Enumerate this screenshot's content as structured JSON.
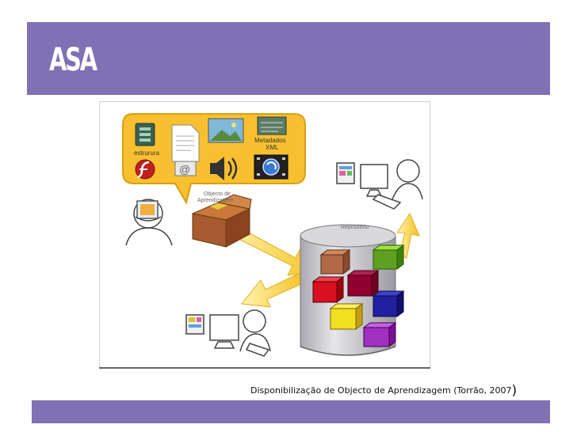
{
  "slide": {
    "title": "ASA",
    "caption": "Disponibilização de Objecto de Aprendizagem (Torrão, 2007",
    "caption_close": ")"
  },
  "diagram": {
    "bubble_label_structure": "estrurura",
    "bubble_label_metadata_line1": "Metadados",
    "bubble_label_metadata_line2": "XML",
    "box_label_line1": "Objecto de",
    "box_label_line2": "Aprendizagem",
    "repository_label": "Repositório"
  },
  "colors": {
    "bar": "#8070b4",
    "bubble_fill": "#f8c030",
    "bubble_stroke": "#d8a010",
    "arrow": "#f8d040",
    "box": "#a85a30",
    "cylinder": "#c8c8cc"
  }
}
